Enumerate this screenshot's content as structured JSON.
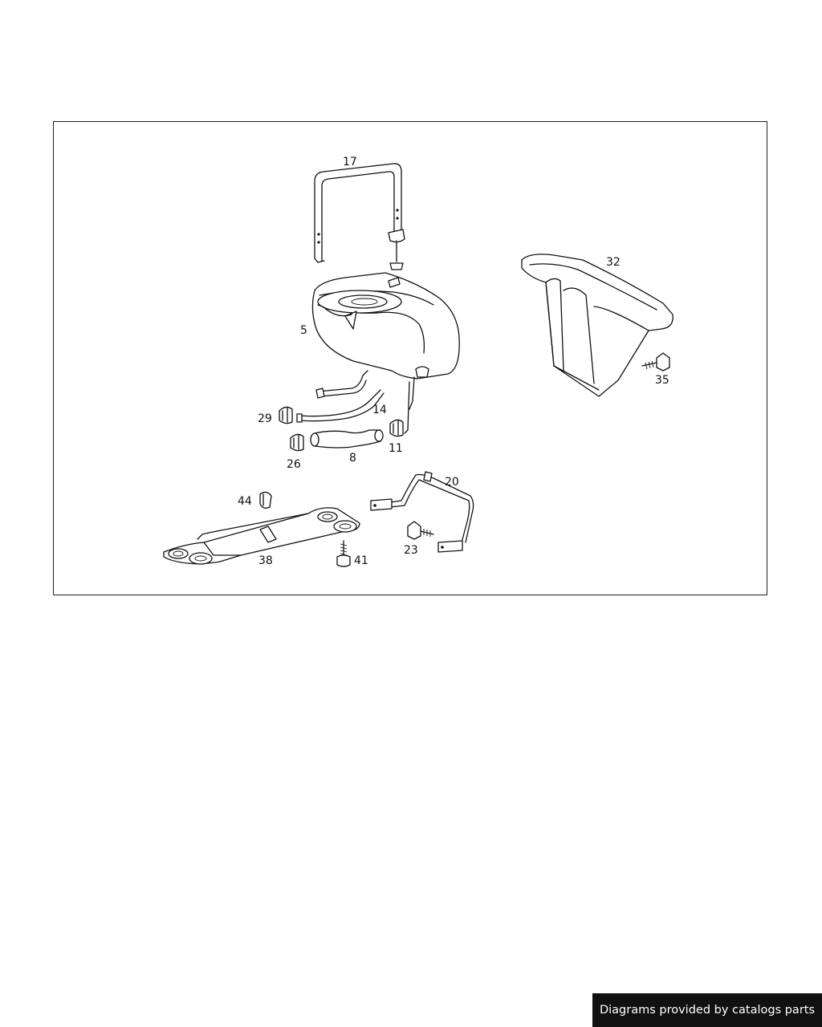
{
  "callouts": {
    "c17": "17",
    "c32": "32",
    "c5": "5",
    "c35": "35",
    "c14": "14",
    "c29": "29",
    "c26": "26",
    "c8": "8",
    "c11": "11",
    "c20": "20",
    "c44": "44",
    "c23": "23",
    "c38": "38",
    "c41": "41"
  },
  "footer": {
    "credit": "Diagrams provided by catalogs parts"
  }
}
